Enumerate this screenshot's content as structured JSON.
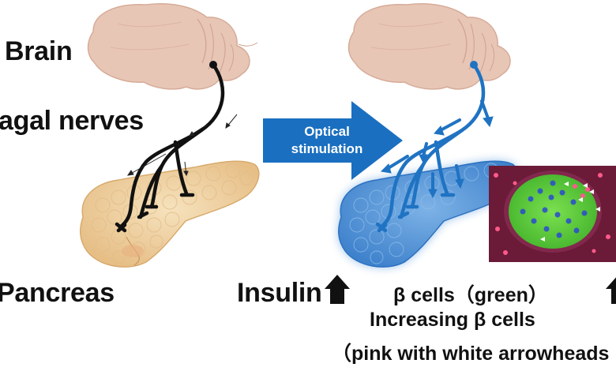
{
  "labels": {
    "brain": "Brain",
    "vagal_nerves": "agal nerves",
    "pancreas": "Pancreas",
    "insulin": "Insulin"
  },
  "arrow": {
    "line1": "Optical",
    "line2": "stimulation"
  },
  "caption": {
    "line1": "β cells（green）",
    "line2": "Increasing β cells",
    "line3": "（pink with white arrowheads"
  },
  "colors": {
    "brain": "#e8c6b6",
    "nerve_black": "#111111",
    "nerve_blue": "#1f73c2",
    "arrow_blue": "#1a6fc0",
    "pancreas_tan": "#f0d4a6",
    "pancreas_blue": "#5a97d6",
    "micro_bg": "#7a1c3a",
    "micro_green": "#5fd13f"
  }
}
